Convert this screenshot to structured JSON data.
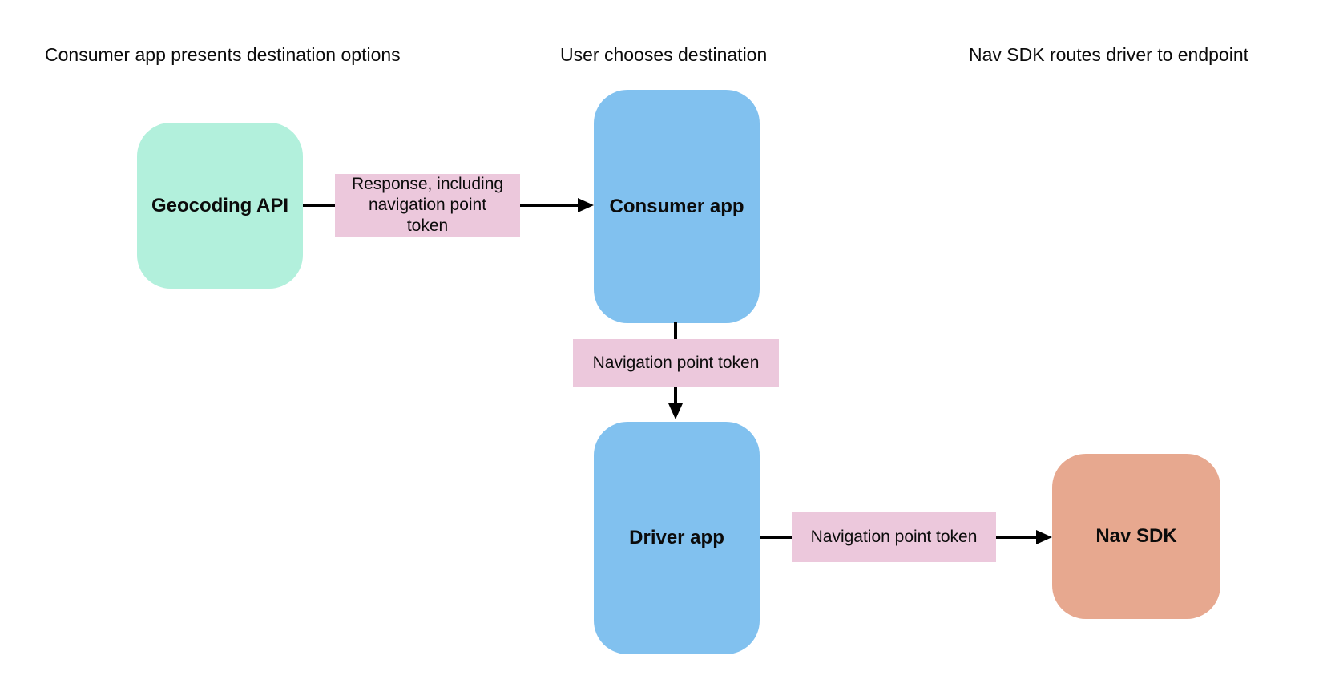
{
  "diagram": {
    "stage_labels": [
      {
        "text": "Consumer app presents destination options"
      },
      {
        "text": "User chooses destination"
      },
      {
        "text": "Nav SDK routes driver to endpoint"
      }
    ],
    "nodes": [
      {
        "id": "geocoding-api",
        "label": "Geocoding API",
        "color": "#b2f0dc"
      },
      {
        "id": "consumer-app",
        "label": "Consumer app",
        "color": "#81c1ef"
      },
      {
        "id": "driver-app",
        "label": "Driver app",
        "color": "#81c1ef"
      },
      {
        "id": "nav-sdk",
        "label": "Nav SDK",
        "color": "#e7a88f"
      }
    ],
    "edges": [
      {
        "from": "geocoding-api",
        "to": "consumer-app",
        "label": "Response, including navigation point token"
      },
      {
        "from": "consumer-app",
        "to": "driver-app",
        "label": "Navigation point token"
      },
      {
        "from": "driver-app",
        "to": "nav-sdk",
        "label": "Navigation point token"
      }
    ],
    "colors": {
      "background": "#ffffff",
      "edge_label_bg": "#ecc8dc",
      "arrow": "#000000",
      "text": "#0b0b0b"
    }
  }
}
